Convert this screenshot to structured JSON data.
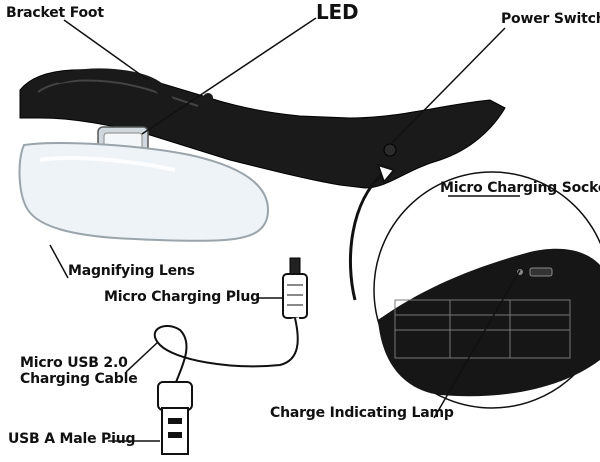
{
  "labels": {
    "bracket_foot": "Bracket Foot",
    "led": "LED",
    "power_switch": "Power Switch",
    "micro_charging_socket": "Micro Charging Socket",
    "magnifying_lens": "Magnifying Lens",
    "micro_charging_plug": "Micro Charging Plug",
    "cable_line1": "Micro USB 2.0",
    "cable_line2": "Charging Cable",
    "charge_indicating_lamp": "Charge Indicating Lamp",
    "usb_a_male_plug": "USB A Male Piug"
  },
  "colors": {
    "frame": "#1a1a1a",
    "lens": "#eef3f7",
    "leader": "#111111",
    "background": "#ffffff"
  },
  "icons": {
    "device": "magnifier-glasses-icon",
    "detail": "charging-socket-zoom-icon",
    "cable": "usb-cable-icon",
    "arrow": "curved-arrow-icon"
  }
}
